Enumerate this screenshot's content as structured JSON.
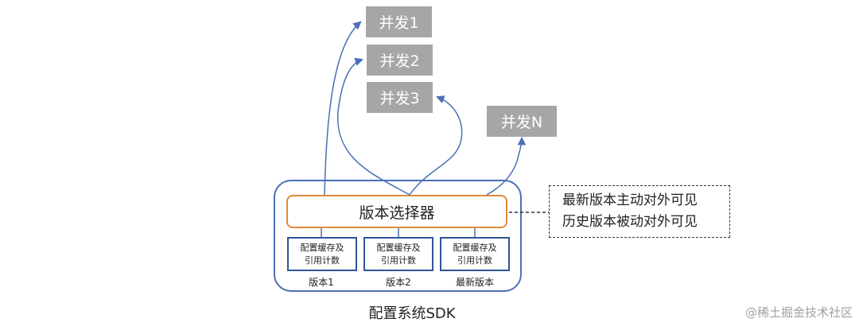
{
  "concurrent": [
    "并发1",
    "并发2",
    "并发3",
    "并发N"
  ],
  "sdk": {
    "title": "配置系统SDK",
    "selector": "版本选择器",
    "caches": [
      {
        "line1": "配置缓存及",
        "line2": "引用计数",
        "label": "版本1"
      },
      {
        "line1": "配置缓存及",
        "line2": "引用计数",
        "label": "版本2"
      },
      {
        "line1": "配置缓存及",
        "line2": "引用计数",
        "label": "最新版本"
      }
    ]
  },
  "note": {
    "line1": "最新版本主动对外可见",
    "line2": "历史版本被动对外可见"
  },
  "watermark": "@稀土掘金技术社区",
  "colors": {
    "frame": "#4a70b5",
    "selector_border": "#e08a3c",
    "cache_border": "#2f5597",
    "box_fill": "#a6a6a6"
  }
}
